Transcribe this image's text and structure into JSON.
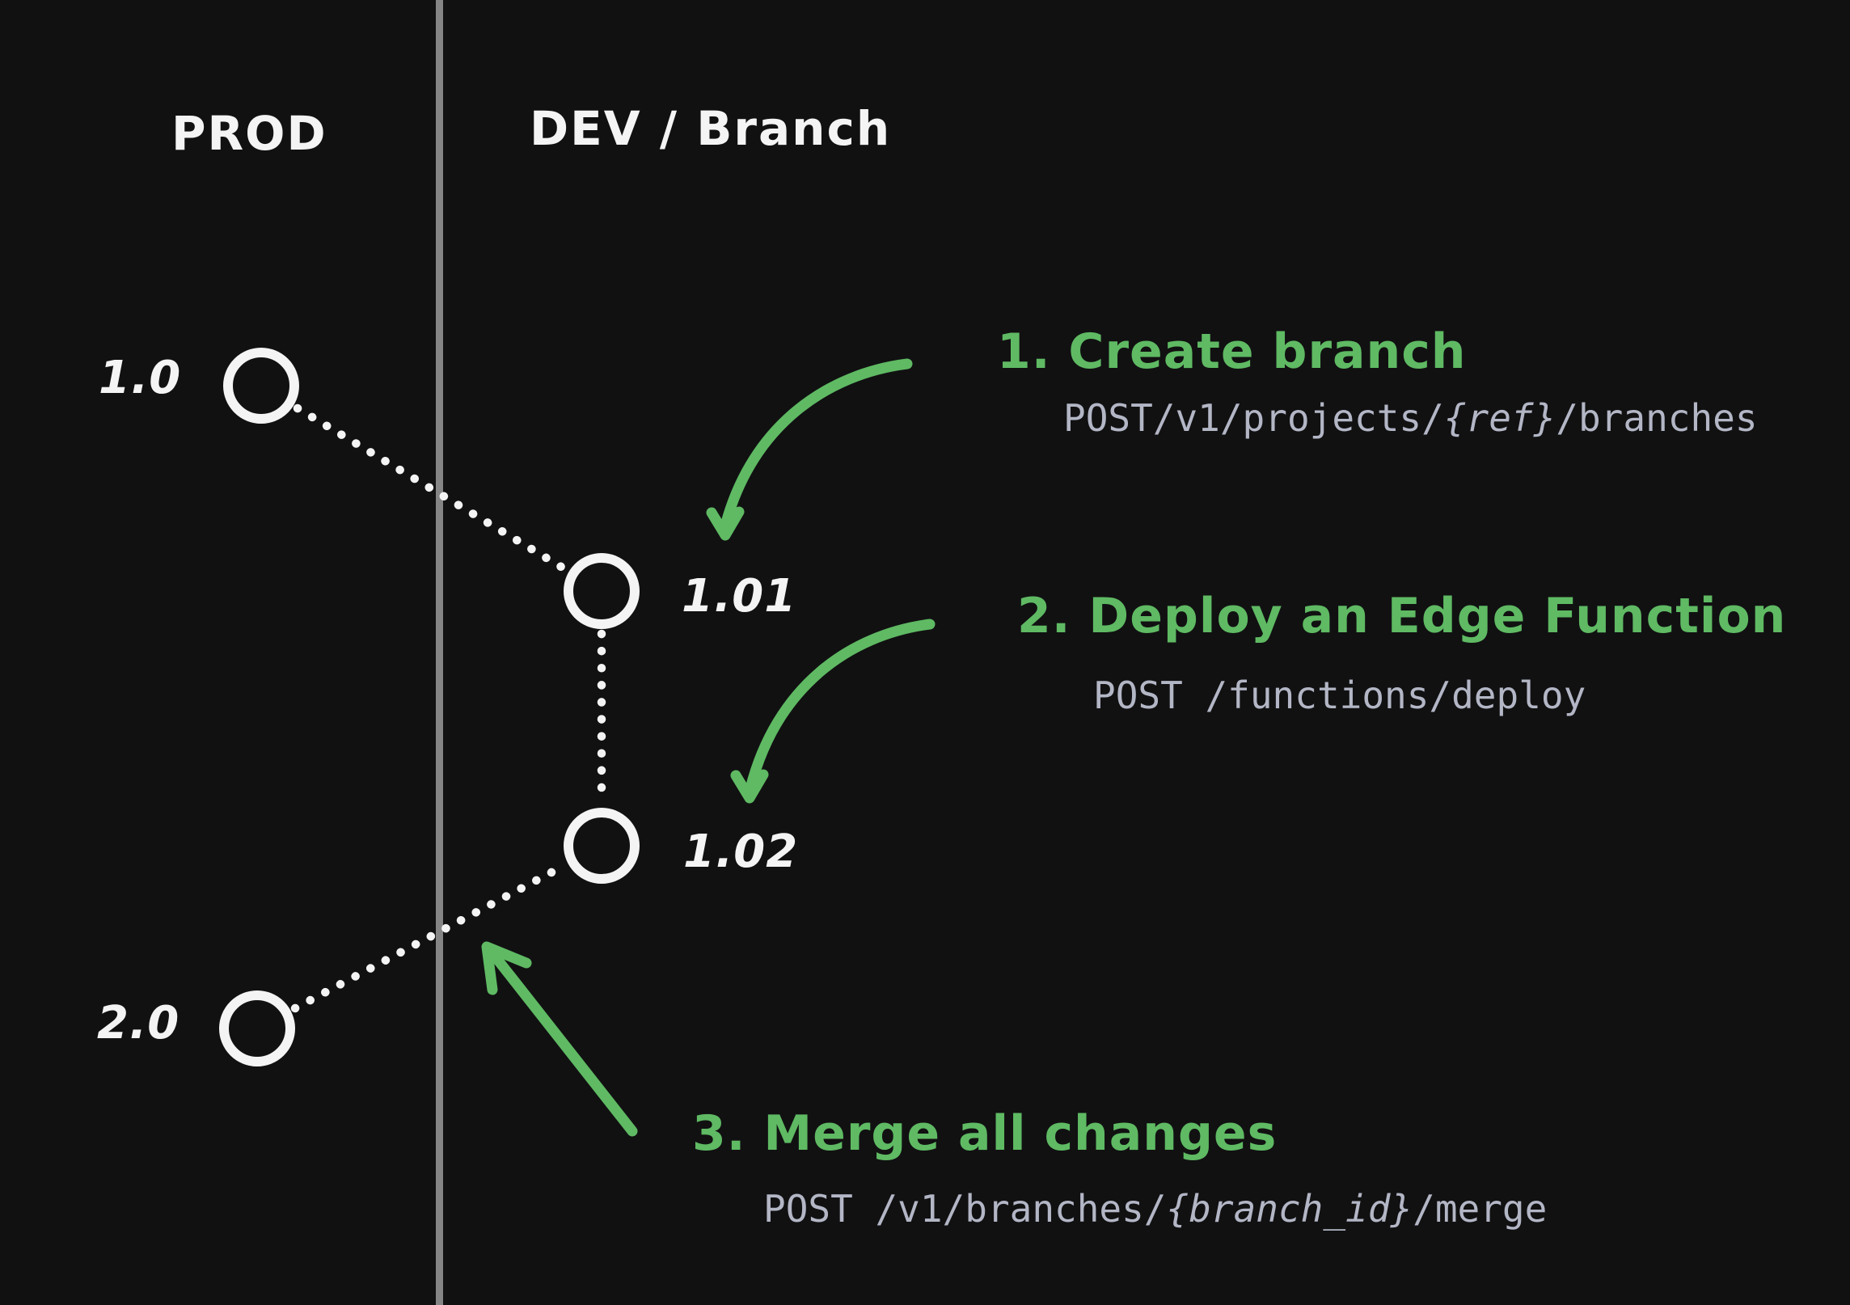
{
  "columns": {
    "prod_label": "PROD",
    "dev_label": "DEV / Branch"
  },
  "nodes": [
    {
      "label": "1.0",
      "column": "prod"
    },
    {
      "label": "1.01",
      "column": "dev"
    },
    {
      "label": "1.02",
      "column": "dev"
    },
    {
      "label": "2.0",
      "column": "prod"
    }
  ],
  "annotations": [
    {
      "step": "1. Create branch",
      "endpoint_prefix": "POST/v1/projects/",
      "endpoint_param": "{ref}",
      "endpoint_suffix": "/branches"
    },
    {
      "step": "2. Deploy an Edge Function",
      "endpoint_prefix": "POST /functions/deploy",
      "endpoint_param": "",
      "endpoint_suffix": ""
    },
    {
      "step": "3. Merge all changes",
      "endpoint_prefix": "POST /v1/branches/",
      "endpoint_param": "{branch_id}",
      "endpoint_suffix": "/merge"
    }
  ],
  "colors": {
    "background": "#111112",
    "node_stroke": "#f4f4f4",
    "divider_gray": "#858585",
    "accent_green": "#5fba63",
    "endpoint_text": "#b3b6c5"
  }
}
